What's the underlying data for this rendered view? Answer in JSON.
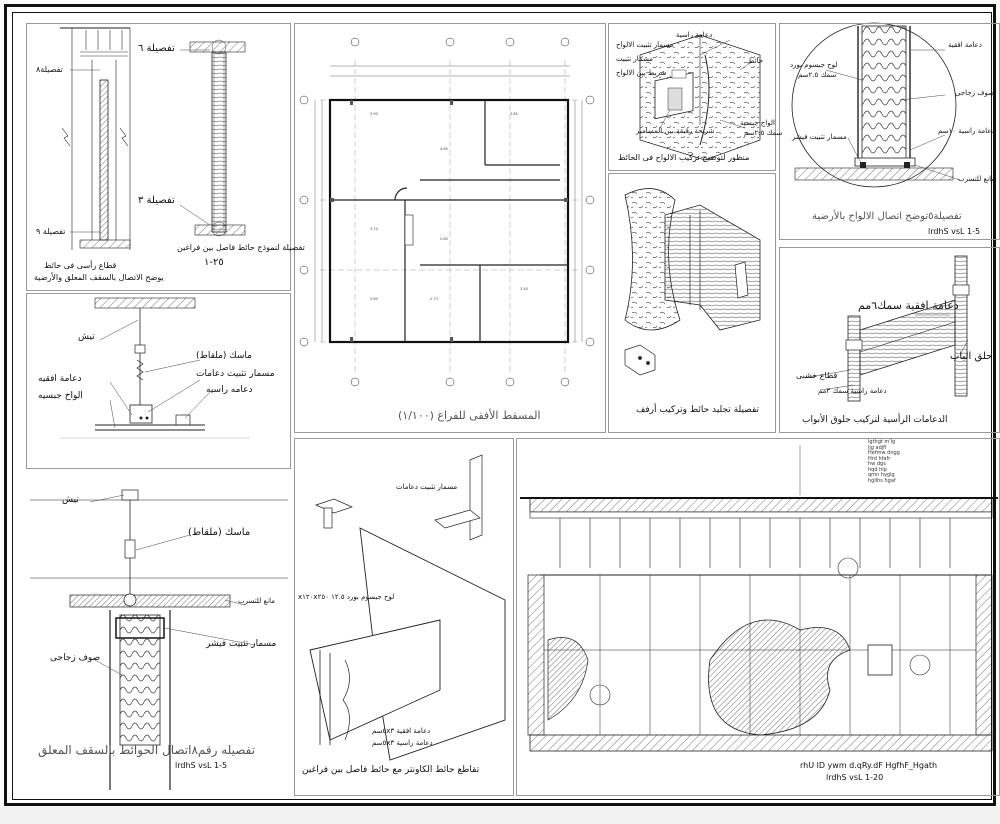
{
  "panels": {
    "vertical_section": {
      "detail_8": "تفصيلة٨",
      "detail_6": "تفصيلة ٦",
      "detail_3": "تفصيلة ٣",
      "detail_9": "تفصيلة ٩",
      "caption_1": "قطاع رأسى فى حائط",
      "caption_2": "يوضح الاتصال بالسقف المعلق والأرضية",
      "caption_3": "تفصيلة لنموذج حائط فاصل بين فراغين",
      "caption_4": "٢٥-١"
    },
    "plan": {
      "title": "المسقط الأفقى للفراغ (١/١٠٠)"
    },
    "board_install": {
      "label_vertical_stud": "دعامة راسية",
      "label_wall": "حائط",
      "label_boards": "الواح جبسية",
      "label_boards_2": "سمك ٢.٥سم",
      "label_side_1": "مسمار تثبيت الالواح",
      "label_side_2": "مسمار تثبيت",
      "label_side_3": "شريط بين الالواح",
      "label_tape": "شريحة رقيقة بين المسامير",
      "caption": "منظور لتوضيح تركيب الالواح فى الحائط"
    },
    "floor_detail": {
      "label_horizontal": "دعامة افقية",
      "label_gypsum": "لوح جبسوم بورد",
      "label_gypsum_2": "سمك ٢.٥سم",
      "label_wool": "صوف زجاجى",
      "label_vertical": "دعامة راسية ١٠سم",
      "label_nail": "مسمار تثبيت فيشر",
      "label_leak": "مانع للتسرب",
      "caption": "تفصيلة٥توضح اتصال الالواح بالأرضية",
      "scale": "lrdhS vsL   1-5"
    },
    "cladding": {
      "caption": "تفصيلة تجليد حائط وتركيب أرفف"
    },
    "door_frame": {
      "label_top": "دعامة افقية سمك٦مم",
      "label_ring": "حلق الباب",
      "label_wood": "قطاع خشبى",
      "label_vertical": "دعامة راسية سمك ٣مم",
      "caption": "الدعامات الرأسية لتركيب حلوق الأبواب"
    },
    "hanger_detail": {
      "label_wire": "تيش",
      "label_clip": "ماسك (ملقاط)",
      "label_nail": "مسمار تثبيت دعامات",
      "label_horizontal": "دعامة افقيه",
      "label_vertical": "دعامه راسيه",
      "label_boards": "الواح جبسيه"
    },
    "ceiling_junction": {
      "label_wire": "تيش",
      "label_clip": "ماسك (ملقاط)",
      "label_leak": "مانع للتسرب",
      "label_nail": "مسمار تثبيت فيشر",
      "label_wool": "صوف زجاجى",
      "caption": "تفصيله رقم٨اتصال الحوائط بالسقف المعلق",
      "scale": "lrdhS vsL   1-5"
    },
    "counter_wall": {
      "label_nails": "مسمار تثبيت دعامات",
      "label_board": "لوح جبسوم بورد ١٢.٥ x١٢٠x٢٥٠",
      "label_h": "دعامة افقية ٥x٣سم",
      "label_v": "دعامة راسية ٥x٣سم",
      "caption": "تقاطع حائط الكاونتر مع حائط فاصل بين فراغين"
    },
    "elevation": {
      "caption_1": "rhU lD ywm d.qRy.dF HgfhF_Hgath",
      "scale": "lrdhS vsL     1-20",
      "legend": [
        "lgthgt m'lg",
        "ljg adjfl",
        "Hefmw dngg",
        "Hrd hfafr",
        "hw dgs",
        "hqd hlp",
        "qmn hyglg",
        "hgllhs hgaf"
      ]
    }
  }
}
